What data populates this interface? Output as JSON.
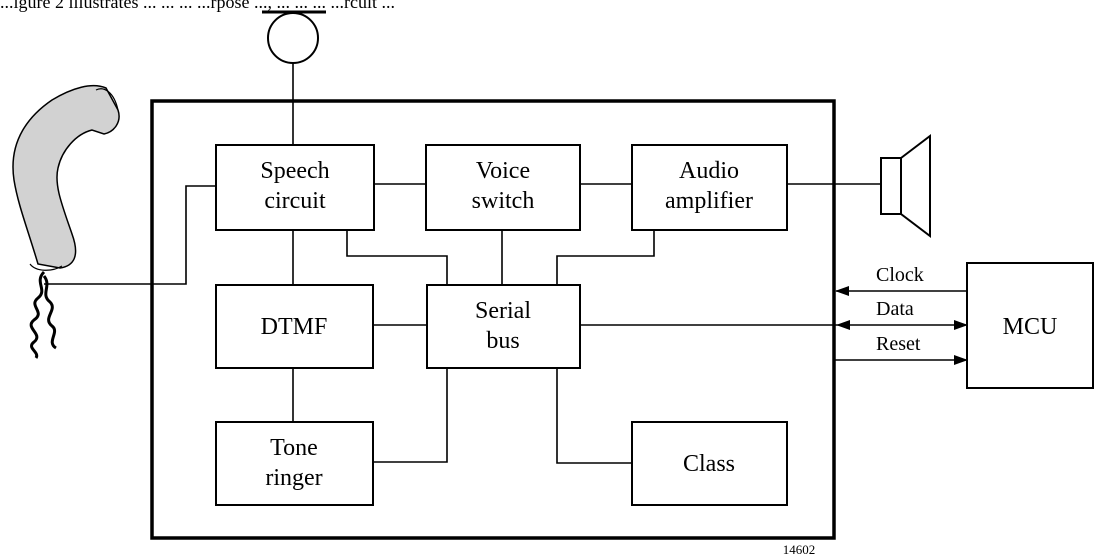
{
  "caption": "...igure 2 illustrates ... ... ... ...rpose ..., ... ... ... ...rcuit ...",
  "blocks": {
    "speech": [
      "Speech",
      "circuit"
    ],
    "voice": [
      "Voice",
      "switch"
    ],
    "audio": [
      "Audio",
      "amplifier"
    ],
    "dtmf": [
      "DTMF"
    ],
    "serial": [
      "Serial",
      "bus"
    ],
    "tone": [
      "Tone",
      "ringer"
    ],
    "class": [
      "Class"
    ],
    "mcu": [
      "MCU"
    ]
  },
  "signals": {
    "clock": "Clock",
    "data": "Data",
    "reset": "Reset"
  },
  "figure_number": "14602",
  "icons": {
    "microphone": "microphone-icon",
    "handset": "telephone-handset-icon",
    "speaker": "loudspeaker-icon"
  }
}
